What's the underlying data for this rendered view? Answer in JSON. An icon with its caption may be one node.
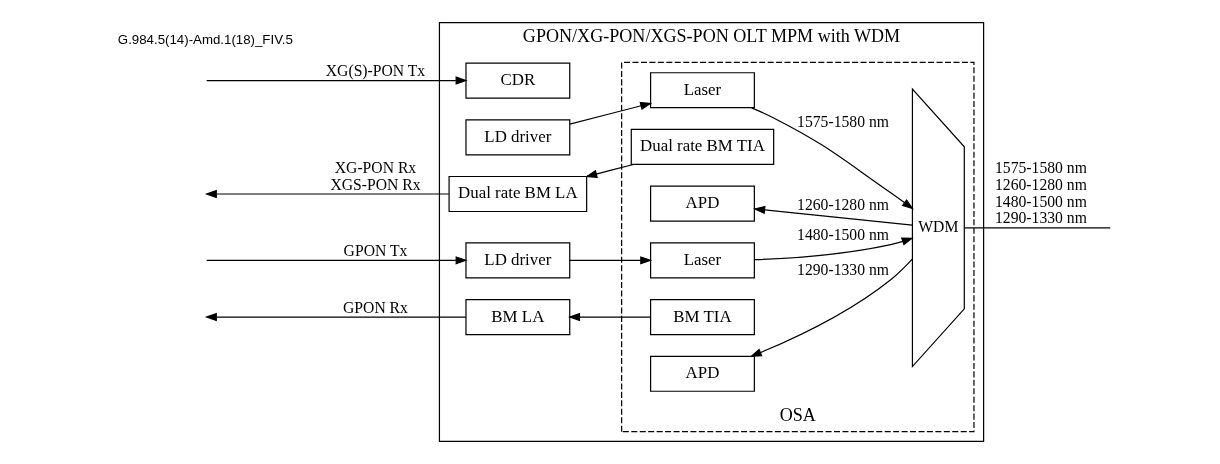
{
  "diagram": {
    "nodes": [
      {
        "text": [
          "GPON/XG-PON/XGS-PON OLT MPM with WDM"
        ]
      },
      {
        "text": [
          "OSA"
        ],
        "in": 0
      },
      {
        "text": [
          "CDR"
        ],
        "in": 0
      },
      {
        "text": [
          "LD driver"
        ],
        "in": 0
      },
      {
        "text": [
          "Laser"
        ],
        "in": 1
      },
      {
        "text": [
          "Dual rate BM LA"
        ],
        "in": 0
      },
      {
        "text": [
          "Dual rate BM TIA"
        ],
        "in": 1
      },
      {
        "text": [
          "APD"
        ],
        "in": 1
      },
      {
        "text": [
          "LD driver"
        ],
        "in": 0
      },
      {
        "text": [
          "Laser"
        ],
        "in": 1
      },
      {
        "text": [
          "BM LA"
        ],
        "in": 0
      },
      {
        "text": [
          "BM TIA"
        ],
        "in": 1
      },
      {
        "text": [
          "APD"
        ],
        "in": 1
      },
      {
        "text": [
          "WDM"
        ],
        "in": 1
      }
    ],
    "edges": [
      {
        "from": null,
        "to": 2,
        "arrow": "to",
        "label": "XG(S)-PON Tx"
      },
      {
        "from": 3,
        "to": 4,
        "arrow": "to"
      },
      {
        "from": 4,
        "to": 13,
        "arrow": "to",
        "label": "1575-1580 nm"
      },
      {
        "from": 13,
        "to": 7,
        "arrow": "to",
        "label": "1260-1280 nm"
      },
      {
        "from": 6,
        "to": 5,
        "arrow": "to"
      },
      {
        "from": 5,
        "to": null,
        "arrow": "to",
        "label": "XG-PON Rx XGS-PON Rx"
      },
      {
        "from": null,
        "to": 8,
        "arrow": "to",
        "label": "GPON Tx"
      },
      {
        "from": 8,
        "to": 9,
        "arrow": "to"
      },
      {
        "from": 9,
        "to": 13,
        "arrow": "to",
        "label": "1480-1500 nm"
      },
      {
        "from": 13,
        "to": 12,
        "arrow": "to",
        "label": "1290-1330 nm"
      },
      {
        "from": 11,
        "to": 10,
        "arrow": "to"
      },
      {
        "from": 10,
        "to": null,
        "arrow": "to",
        "label": "GPON Rx"
      },
      {
        "from": 13,
        "to": null,
        "arrow": "none",
        "label": "1575-1580 nm 1260-1280 nm 1480-1500 nm 1290-1330 nm"
      }
    ],
    "labels": [
      "G.984.5(14)-Amd.1(18)_FIV.5"
    ]
  }
}
